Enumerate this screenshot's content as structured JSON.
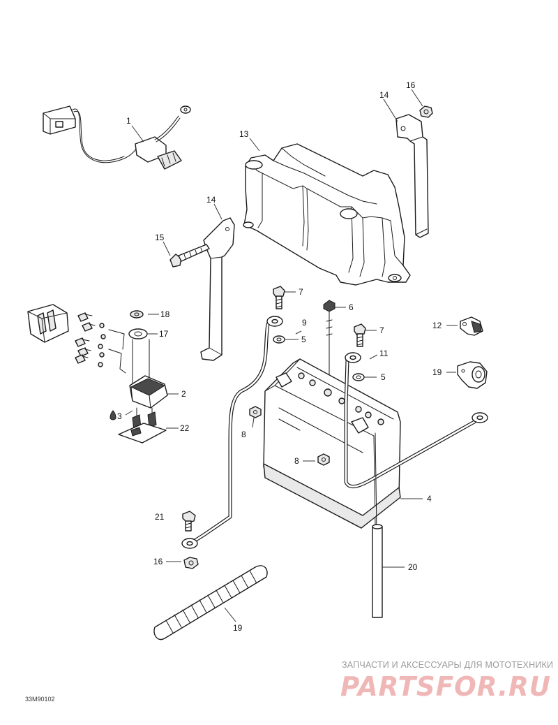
{
  "figure": {
    "code": "33M90102"
  },
  "callouts": {
    "c1": "1",
    "c2": "2",
    "c3": "3",
    "c4": "4",
    "c5a": "5",
    "c5b": "5",
    "c6": "6",
    "c7a": "7",
    "c7b": "7",
    "c8a": "8",
    "c8b": "8",
    "c9": "9",
    "c11": "11",
    "c12": "12",
    "c13": "13",
    "c14a": "14",
    "c14b": "14",
    "c15": "15",
    "c16a": "16",
    "c16b": "16",
    "c17": "17",
    "c18": "18",
    "c19a": "19",
    "c19b": "19",
    "c20": "20",
    "c21": "21",
    "c22": "22"
  },
  "watermark": {
    "tagline": "ЗАПЧАСТИ И АКСЕССУАРЫ ДЛЯ МОТОТЕХНИКИ",
    "logo": "PARTSFOR.RU"
  }
}
